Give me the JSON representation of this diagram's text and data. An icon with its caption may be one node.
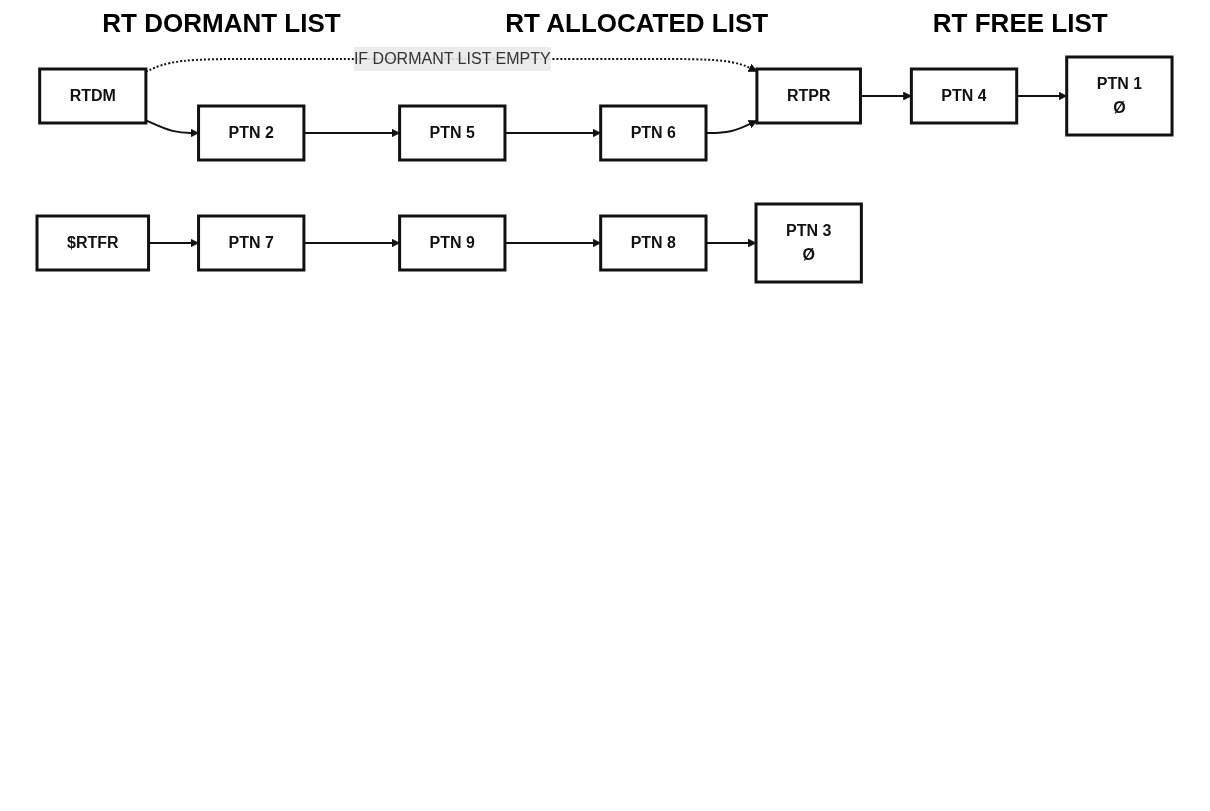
{
  "diagram": {
    "nodes": [
      {
        "text": [
          "RTDM"
        ]
      },
      {
        "text": [
          "PTN 2"
        ]
      },
      {
        "text": [
          "PTN 5"
        ]
      },
      {
        "text": [
          "PTN 6"
        ]
      },
      {
        "text": [
          "RTPR"
        ]
      },
      {
        "text": [
          "PTN 4"
        ]
      },
      {
        "text": [
          "PTN 1",
          "Ø"
        ]
      },
      {
        "text": [
          "$RTFR"
        ]
      },
      {
        "text": [
          "PTN 7"
        ]
      },
      {
        "text": [
          "PTN 9"
        ]
      },
      {
        "text": [
          "PTN 8"
        ]
      },
      {
        "text": [
          "PTN 3",
          "Ø"
        ]
      }
    ],
    "edges": [
      {
        "from": 0,
        "to": 4,
        "arrow": "to",
        "style": "dashed",
        "label": "IF DORMANT LIST EMPTY"
      },
      {
        "from": 0,
        "to": 1,
        "arrow": "to"
      },
      {
        "from": 1,
        "to": 2,
        "arrow": "to"
      },
      {
        "from": 2,
        "to": 3,
        "arrow": "to"
      },
      {
        "from": 3,
        "to": 4,
        "arrow": "to"
      },
      {
        "from": 4,
        "to": 5,
        "arrow": "to"
      },
      {
        "from": 5,
        "to": 6,
        "arrow": "to"
      },
      {
        "from": 7,
        "to": 8,
        "arrow": "to"
      },
      {
        "from": 8,
        "to": 9,
        "arrow": "to"
      },
      {
        "from": 9,
        "to": 10,
        "arrow": "to"
      },
      {
        "from": 10,
        "to": 11,
        "arrow": "to"
      }
    ],
    "labels": [
      "RT DORMANT LIST",
      "RT ALLOCATED LIST",
      "RT FREE LIST"
    ]
  }
}
